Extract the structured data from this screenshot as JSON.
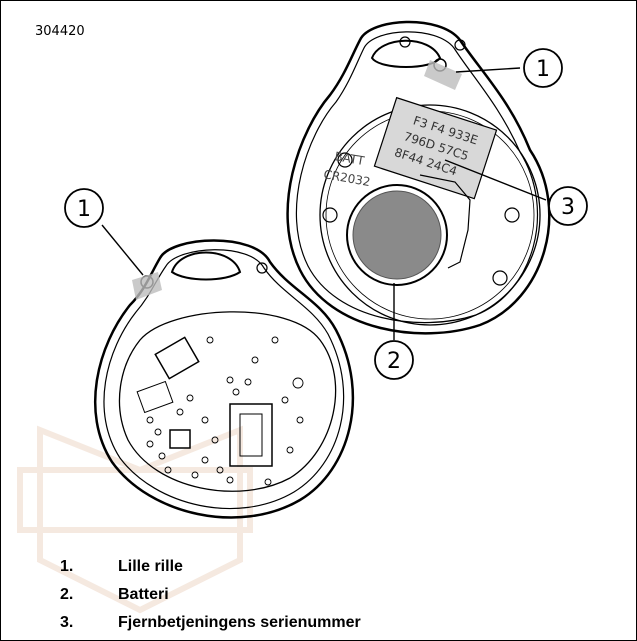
{
  "figure": {
    "id": "304420",
    "key_a": {
      "label": "BATT",
      "model": "CR2032",
      "serial_lines": [
        "F3 F4 933E",
        "796D 57C5",
        "8F44 24C4"
      ]
    }
  },
  "callouts": [
    "1",
    "1",
    "2",
    "3"
  ],
  "legend": [
    {
      "num": "1.",
      "text": "Lille rille"
    },
    {
      "num": "2.",
      "text": "Batteri"
    },
    {
      "num": "3.",
      "text": "Fjernbetjeningens serienummer"
    }
  ]
}
